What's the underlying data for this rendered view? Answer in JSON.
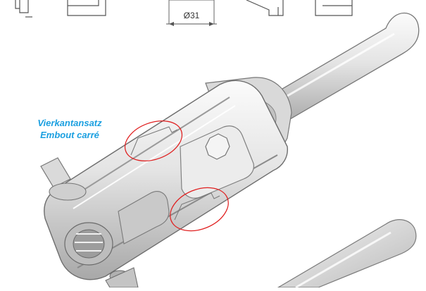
{
  "dimension": {
    "text": "Ø31"
  },
  "callout": {
    "line1": "Vierkantansatz",
    "line2": "Embout carré"
  },
  "colors": {
    "callout_text": "#1a9fe0",
    "highlight_ellipse": "#e02020",
    "metal_light": "#f2f2f2",
    "metal_mid": "#cfcfcf",
    "metal_dark": "#8f8f8f",
    "outline": "#6e6e6e"
  }
}
